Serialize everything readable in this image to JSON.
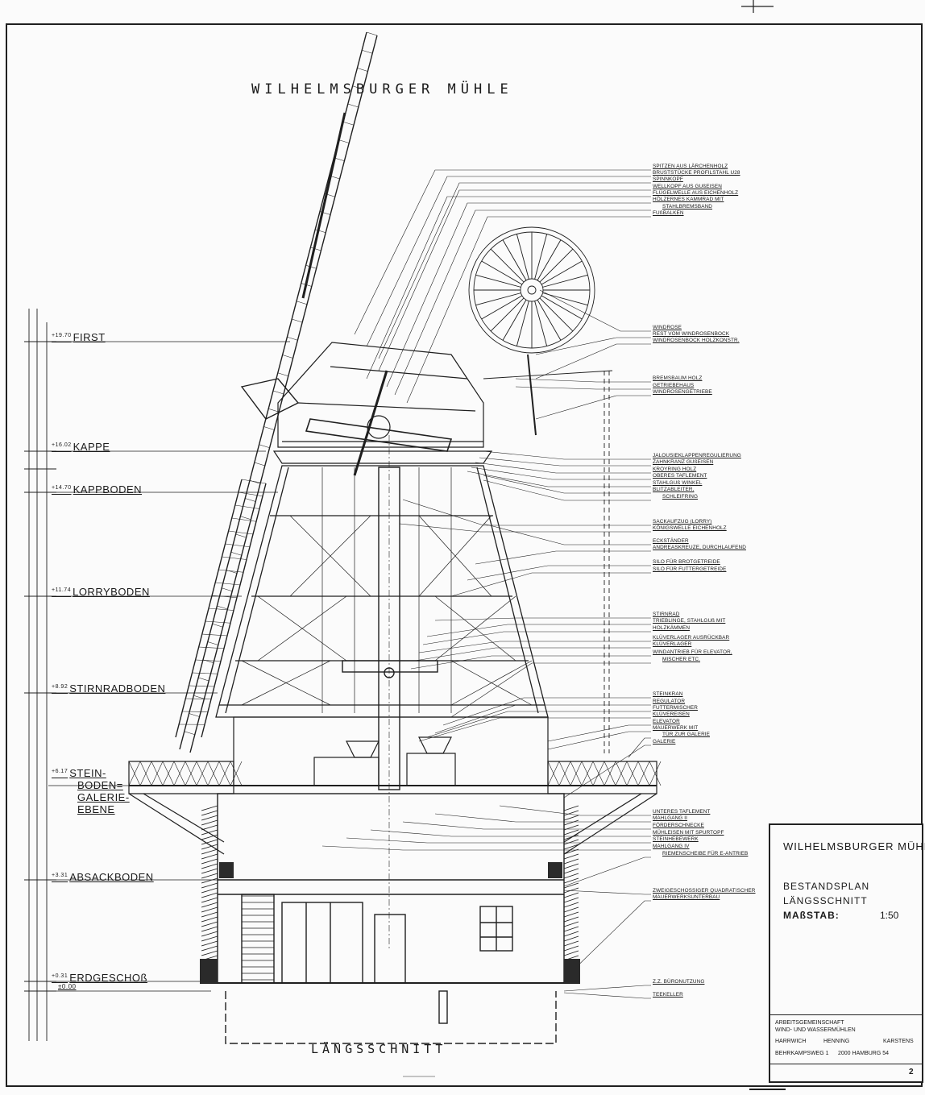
{
  "drawing": {
    "title": "WILHELMSBURGER MÜHLE",
    "subtitle": "LÄNGSSCHNITT"
  },
  "levels": [
    {
      "elev": "+19.70",
      "name": "FIRST"
    },
    {
      "elev": "+16.02",
      "name": "KAPPE"
    },
    {
      "elev": "+14.70",
      "name": "KAPPBODEN"
    },
    {
      "elev": "+11.74",
      "name": "LORRYBODEN"
    },
    {
      "elev": "+8.92",
      "name": "STIRNRADBODEN"
    },
    {
      "elev": "+6.17",
      "name": "STEIN-"
    },
    {
      "elev": "",
      "name": "BODEN="
    },
    {
      "elev": "",
      "name": "GALERIE-"
    },
    {
      "elev": "",
      "name": "EBENE"
    },
    {
      "elev": "+3.31",
      "name": "ABSACKBODEN"
    },
    {
      "elev": "+0.31",
      "name": "ERDGESCHOß"
    },
    {
      "elev": "±0.00",
      "name": ""
    }
  ],
  "annotations": [
    "SPITZEN AUS LÄRCHENHOLZ",
    "BRUSTSTÜCKE PROFILSTAHL U28",
    "SPINNKOPF",
    "WELLKOPF AUS GUßEISEN",
    "FLÜGELWELLE AUS EICHENHOLZ",
    "HÖLZERNES KAMMRAD MIT",
    "STAHLBREMSBAND",
    "FUßBALKEN",
    "WINDROSE",
    "REST VOM WINDROSENBOCK",
    "WINDROSENBOCK HOLZKONSTR.",
    "BREMSBAUM HOLZ",
    "GETRIEBEHAUS",
    "WINDROSENGETRIEBE",
    "JALOUSIEKLAPPENREGULIERUNG",
    "ZAHNKRANZ GUßEISEN",
    "KROYRING HOLZ",
    "OBERES TAFLEMENT",
    "STAHLGUß WINKEL",
    "BLITZABLEITER,",
    "SCHLEIFRING",
    "SACKAUFZUG (LORRY)",
    "KÖNIGSWELLE EICHENHOLZ",
    "ECKSTÄNDER",
    "ANDREASKREUZE, DURCHLAUFEND",
    "SILO FÜR BROTGETREIDE",
    "SILO FÜR FUTTERGETREIDE",
    "STIRNRAD",
    "TRIEBLINGE, STAHLGUß MIT",
    "HOLZKÄMMEN",
    "KLÜVERLAGER AUSRÜCKBAR",
    "KLÜVERLAGER",
    "WINDANTRIEB FÜR ELEVATOR,",
    "MISCHER ETC.",
    "STEINKRAN",
    "REGULATOR",
    "FUTTERMISCHER",
    "KLÜVEREISEN",
    "ELEVATOR",
    "MAUERWERK MIT",
    "TÜR ZUR GALERIE",
    "GALERIE",
    "UNTERES TAFLEMENT",
    "MAHLGANG II",
    "FÖRDERSCHNECKE",
    "MÜHLEISEN MIT SPURTOPF",
    "STEINHEBEWERK",
    "MAHLGANG IV",
    "RIEMENSCHEIBE FÜR E-ANTRIEB",
    "ZWEIGESCHOSSIGER QUADRATISCHER",
    "MAUERWERKSUNTERBAU",
    "Z.Z. BÜRONUTZUNG",
    "TEEKELLER"
  ],
  "title_block": {
    "name": "WILHELMSBURGER MÜHLE",
    "plan_line1": "BESTANDSPLAN",
    "plan_line2": "LÄNGSSCHNITT",
    "scale_label": "MAßSTAB:",
    "scale_value": "1:50",
    "group_line1": "ARBEITSGEMEINSCHAFT",
    "group_line2": "WIND- UND WASSERMÜHLEN",
    "partner1": "HARRWICH",
    "partner2": "HENNING",
    "partner3": "KARSTENS",
    "address_street": "BEHRKAMPSWEG 1",
    "address_city": "2000 HAMBURG 54",
    "sheet_no": "2"
  },
  "colors": {
    "ink": "#1a1a1a",
    "paper": "#fbfbfb"
  }
}
